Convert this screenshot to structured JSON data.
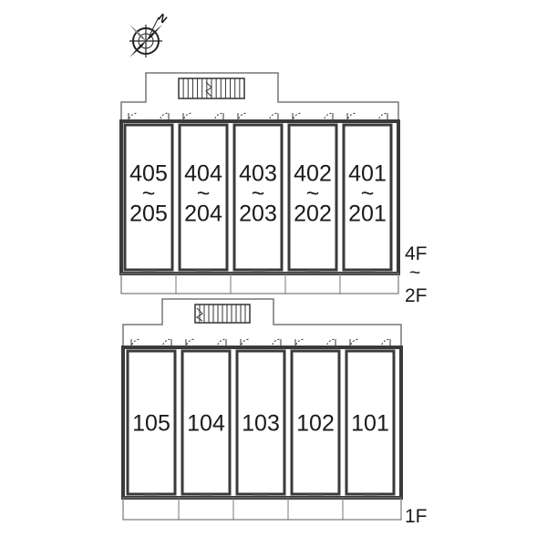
{
  "compass": {
    "north_label": "N",
    "icon": "compass-icon"
  },
  "upper_block": {
    "floor_range_label": {
      "top": "4F",
      "tilde": "~",
      "bottom": "2F"
    },
    "units": [
      {
        "top": "405",
        "tilde": "~",
        "bottom": "205"
      },
      {
        "top": "404",
        "tilde": "~",
        "bottom": "204"
      },
      {
        "top": "403",
        "tilde": "~",
        "bottom": "203"
      },
      {
        "top": "402",
        "tilde": "~",
        "bottom": "202"
      },
      {
        "top": "401",
        "tilde": "~",
        "bottom": "201"
      }
    ]
  },
  "lower_block": {
    "floor_label": "1F",
    "units": [
      "105",
      "104",
      "103",
      "102",
      "101"
    ]
  },
  "colors": {
    "wall": "#3a3a3a",
    "outline": "#777777",
    "background": "#ffffff"
  }
}
